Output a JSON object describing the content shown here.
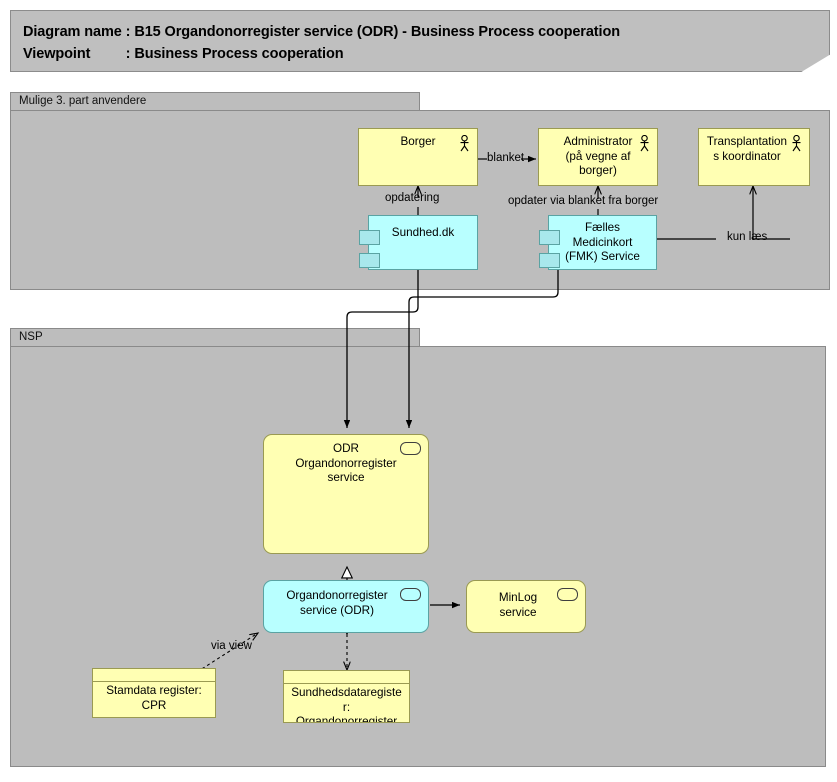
{
  "title": {
    "line1_label": "Diagram name :",
    "line1_value": "B15 Organdonorregister service (ODR) - Business Process cooperation",
    "line2_label": "Viewpoint         :",
    "line2_value": "Business Process cooperation"
  },
  "groups": [
    {
      "id": "third-party",
      "label": "Mulige 3. part anvendere"
    },
    {
      "id": "nsp",
      "label": "NSP"
    }
  ],
  "nodes": [
    {
      "id": "borger",
      "label": "Borger",
      "type": "business-actor",
      "color": "#ffffb3"
    },
    {
      "id": "administrator",
      "label": "Administrator\n(på vegne af\nborger)",
      "type": "business-actor",
      "color": "#ffffb3"
    },
    {
      "id": "koordinator",
      "label": "Transplantation\ns koordinator",
      "type": "business-actor",
      "color": "#ffffb3"
    },
    {
      "id": "sundhed-dk",
      "label": "Sundhed.dk",
      "type": "application-component",
      "color": "#b8ffff"
    },
    {
      "id": "fmk",
      "label": "Fælles\nMedicinkort\n(FMK) Service",
      "type": "application-component",
      "color": "#b8ffff"
    },
    {
      "id": "odr-service",
      "label": "ODR\nOrgandonorregister\nservice",
      "type": "business-service",
      "color": "#ffffb3"
    },
    {
      "id": "odr-app",
      "label": "Organdonorregister\nservice (ODR)",
      "type": "application-service",
      "color": "#b8ffff"
    },
    {
      "id": "minlog",
      "label": "MinLog\nservice",
      "type": "application-service",
      "color": "#ffffb3"
    },
    {
      "id": "cpr",
      "label": "Stamdata register:\nCPR",
      "type": "data-object",
      "color": "#ffffb3"
    },
    {
      "id": "sundhedsdata",
      "label": "Sundhedsdataregiste\nr:\nOrgandonorregister",
      "type": "data-object",
      "color": "#ffffb3"
    }
  ],
  "edges": [
    {
      "id": "borger-administrator",
      "label": "blanket"
    },
    {
      "id": "sundhed-borger",
      "label": "opdatering"
    },
    {
      "id": "fmk-administrator",
      "label": "opdater via blanket fra borger"
    },
    {
      "id": "fmk-koordinator",
      "label": "kun læs"
    },
    {
      "id": "cpr-odr-app",
      "label": "via view"
    },
    {
      "id": "sundhed-odr-service",
      "label": ""
    },
    {
      "id": "fmk-odr-service",
      "label": ""
    },
    {
      "id": "odr-app-minlog",
      "label": ""
    },
    {
      "id": "odr-app-realizes-odr",
      "label": ""
    },
    {
      "id": "odr-app-sundhedsdata",
      "label": ""
    }
  ],
  "icons": {
    "actor": "business-actor-icon",
    "service": "service-oval-icon",
    "component": "component-tabs-icon"
  },
  "colors": {
    "canvas": "#ffffff",
    "group": "#bdbdbd",
    "title": "#bfbfbf",
    "yellow": "#ffffb3",
    "cyan": "#b8ffff",
    "line": "#000000"
  }
}
